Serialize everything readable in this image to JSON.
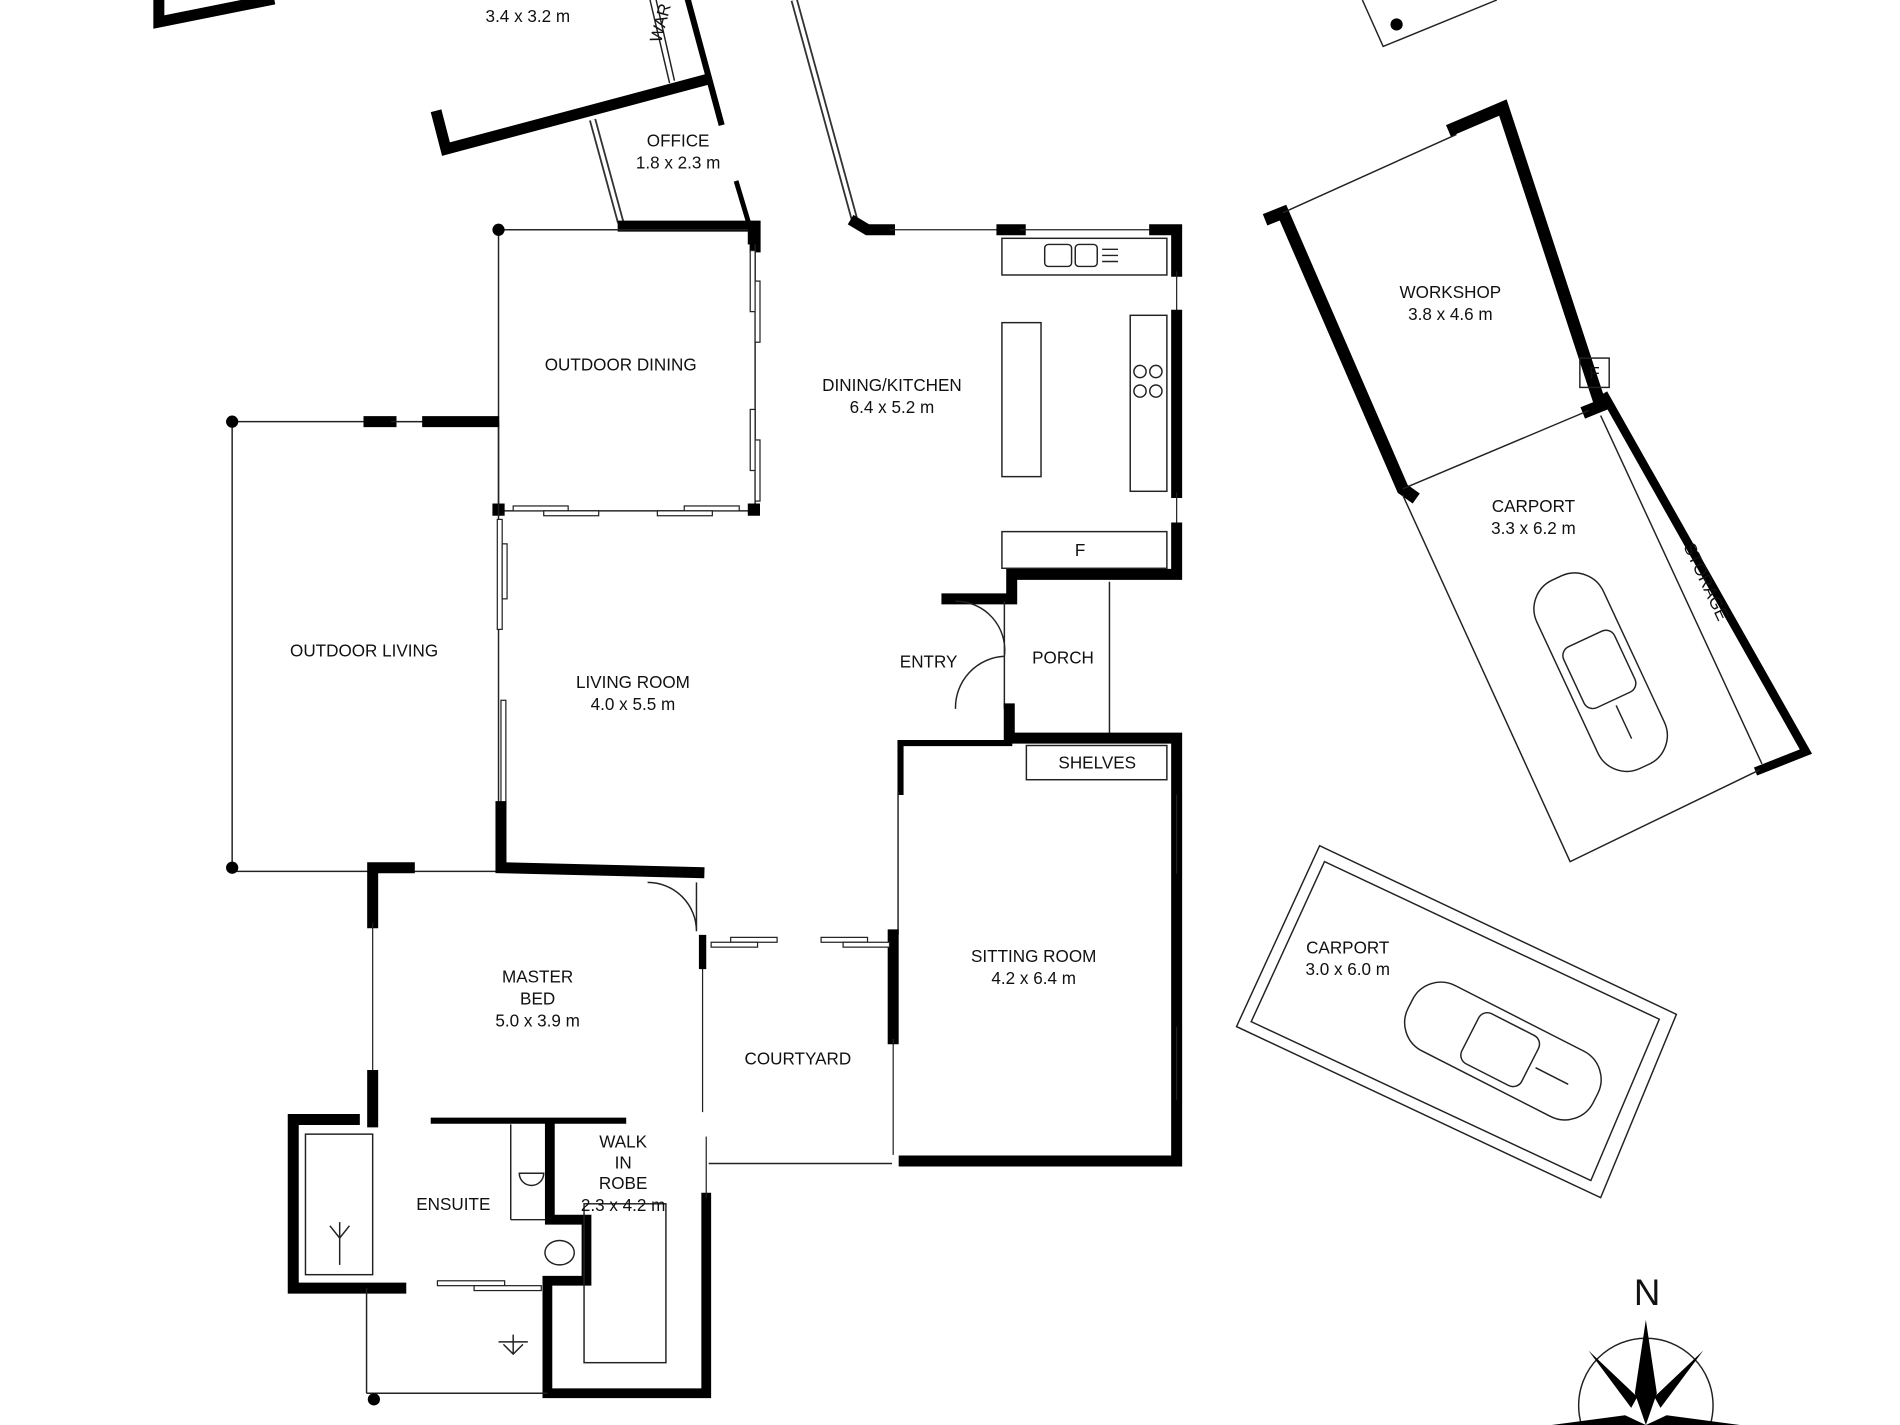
{
  "rooms": {
    "bed2": {
      "dims": "3.4 x 3.2 m"
    },
    "wardrobe": {
      "name": "WAR"
    },
    "office": {
      "name": "OFFICE",
      "dims": "1.8 x 2.3 m"
    },
    "outdoor_dining": {
      "name": "OUTDOOR DINING"
    },
    "dining_kitchen": {
      "name": "DINING/KITCHEN",
      "dims": "6.4 x 5.2 m"
    },
    "fridge": {
      "name": "F"
    },
    "outdoor_living": {
      "name": "OUTDOOR LIVING"
    },
    "living_room": {
      "name": "LIVING ROOM",
      "dims": "4.0 x 5.5 m"
    },
    "entry": {
      "name": "ENTRY"
    },
    "porch": {
      "name": "PORCH"
    },
    "shelves": {
      "name": "SHELVES"
    },
    "sitting_room": {
      "name": "SITTING ROOM",
      "dims": "4.2 x 6.4 m"
    },
    "master_bed": {
      "name1": "MASTER",
      "name2": "BED",
      "dims": "5.0 x 3.9 m"
    },
    "courtyard": {
      "name": "COURTYARD"
    },
    "ensuite": {
      "name": "ENSUITE"
    },
    "walk_in_robe": {
      "name1": "WALK",
      "name2": "IN",
      "name3": "ROBE",
      "dims": "2.3 x 4.2 m"
    },
    "workshop": {
      "name": "WORKSHOP",
      "dims": "3.8 x 4.6 m",
      "fridge": "F"
    },
    "carport1": {
      "name": "CARPORT",
      "dims": "3.3 x 6.2 m"
    },
    "storage": {
      "name": "STORAGE"
    },
    "carport2": {
      "name": "CARPORT",
      "dims": "3.0 x 6.0 m"
    }
  },
  "compass": {
    "north": "N"
  }
}
